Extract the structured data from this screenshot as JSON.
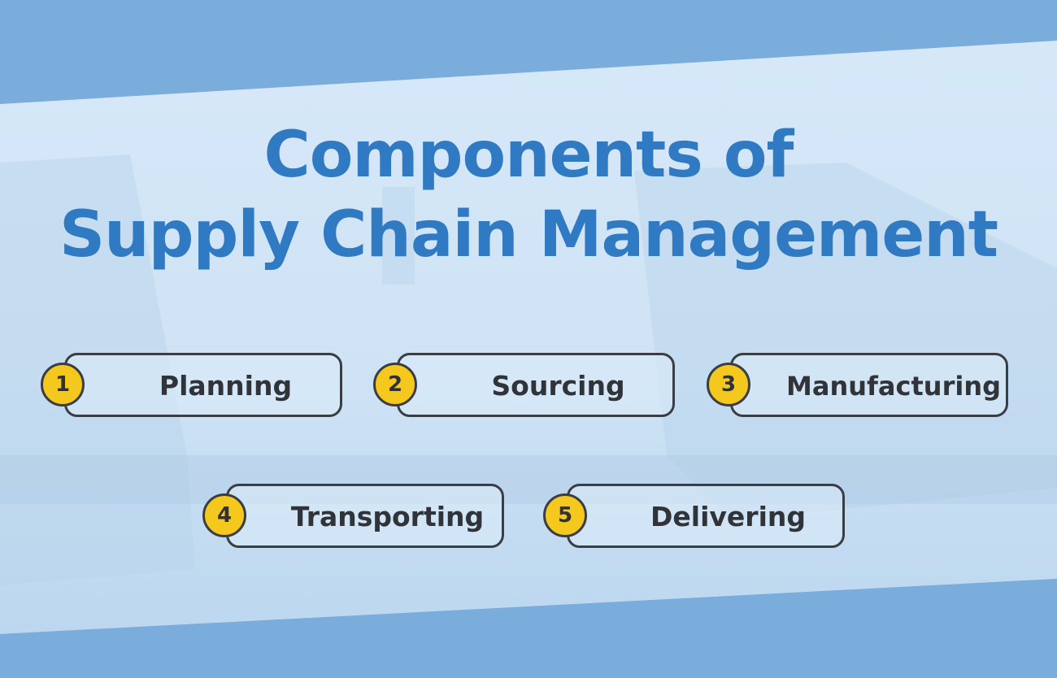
{
  "title": {
    "line1": "Components of",
    "line2": "Supply Chain Management"
  },
  "components": [
    {
      "number": "1",
      "label": "Planning"
    },
    {
      "number": "2",
      "label": "Sourcing"
    },
    {
      "number": "3",
      "label": "Manufacturing"
    },
    {
      "number": "4",
      "label": "Transporting"
    },
    {
      "number": "5",
      "label": "Delivering"
    }
  ],
  "colors": {
    "background_outer": "#7fb0df",
    "background_band": "#d3e6f7",
    "title": "#2f7ac3",
    "badge": "#f4c81d",
    "outline": "#3a3d42",
    "label_text": "#303338"
  }
}
